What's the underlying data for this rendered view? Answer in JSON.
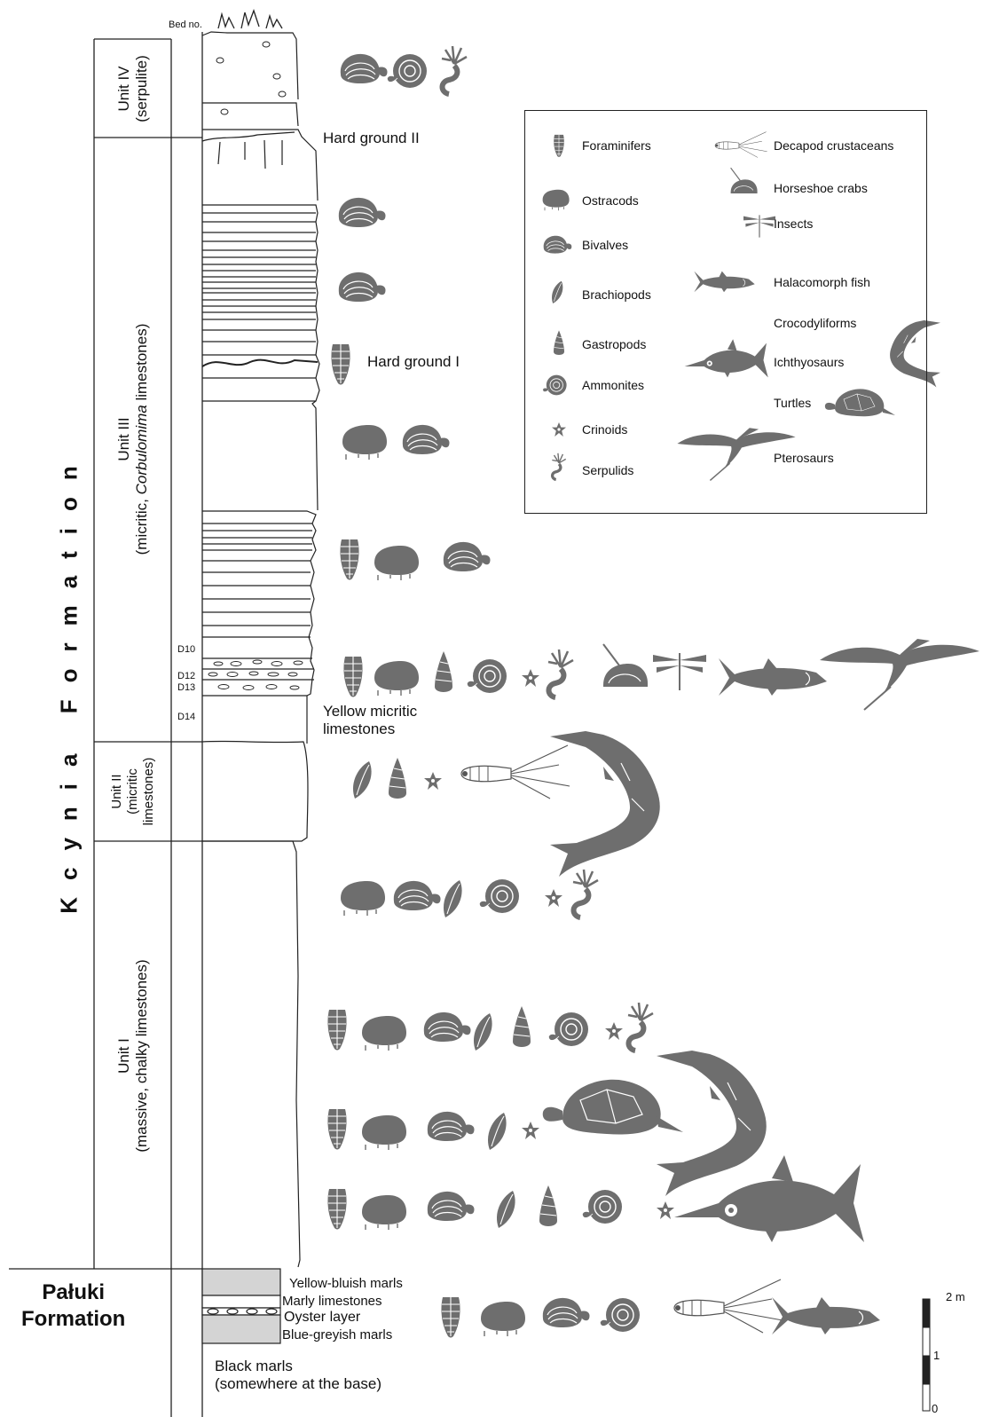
{
  "header": {
    "bed_no_label": "Bed no."
  },
  "units": {
    "unit_iv": {
      "line1": "Unit IV",
      "line2": "(serpulite)"
    },
    "unit_iii": {
      "line1": "Unit III",
      "line2_pre": "(micritic, ",
      "line2_italic": "Corbulomima",
      "line2_post": " limestones)"
    },
    "unit_ii": {
      "line1": "Unit II",
      "line2": "(micritic",
      "line3": "limestones)"
    },
    "unit_i": {
      "line1": "Unit I",
      "line2": "(massive, chalky limestones)"
    }
  },
  "formations": {
    "kcynia": "Kcynia Formation",
    "paluki_line1": "Pałuki",
    "paluki_line2": "Formation"
  },
  "beds": [
    "D10",
    "D12",
    "D13",
    "D14"
  ],
  "annotations": {
    "hard_ground_2": "Hard ground II",
    "hard_ground_1": "Hard ground I",
    "yellow_micritic_1": "Yellow micritic",
    "yellow_micritic_2": "limestones",
    "yellow_bluish_marls": "Yellow-bluish marls",
    "marly_limestones": "Marly limestones",
    "oyster_layer": "Oyster layer",
    "blue_greyish_marls": "Blue-greyish marls",
    "black_marls_1": "Black marls",
    "black_marls_2": "(somewhere at the base)"
  },
  "scale": {
    "top": "2 m",
    "mid": "1",
    "bottom": "0"
  },
  "legend": {
    "left": [
      {
        "icon": "foraminifer-icon",
        "label": "Foraminifers"
      },
      {
        "icon": "ostracod-icon",
        "label": "Ostracods"
      },
      {
        "icon": "bivalve-icon",
        "label": "Bivalves"
      },
      {
        "icon": "brachiopod-icon",
        "label": "Brachiopods"
      },
      {
        "icon": "gastropod-icon",
        "label": "Gastropods"
      },
      {
        "icon": "ammonite-icon",
        "label": "Ammonites"
      },
      {
        "icon": "crinoid-icon",
        "label": "Crinoids"
      },
      {
        "icon": "serpulid-icon",
        "label": "Serpulids"
      }
    ],
    "right": [
      {
        "icon": "decapod-icon",
        "label": "Decapod crustaceans"
      },
      {
        "icon": "horseshoe-crab-icon",
        "label": "Horseshoe crabs"
      },
      {
        "icon": "insect-icon",
        "label": "Insects"
      },
      {
        "icon": "fish-icon",
        "label": "Halacomorph fish"
      },
      {
        "icon": "crocodyliform-icon",
        "label": "Crocodyliforms"
      },
      {
        "icon": "ichthyosaur-icon",
        "label": "Ichthyosaurs"
      },
      {
        "icon": "turtle-icon",
        "label": "Turtles"
      },
      {
        "icon": "pterosaur-icon",
        "label": "Pterosaurs"
      }
    ]
  },
  "fossil_rows": [
    {
      "interval": "Unit IV",
      "taxa": [
        "bivalve",
        "ammonite",
        "serpulid"
      ]
    },
    {
      "interval": "Unit III upper",
      "taxa": [
        "bivalve"
      ]
    },
    {
      "interval": "Unit III",
      "taxa": [
        "bivalve"
      ]
    },
    {
      "interval": "Hard ground I",
      "taxa": [
        "foraminifer"
      ]
    },
    {
      "interval": "Unit III",
      "taxa": [
        "ostracod",
        "bivalve"
      ]
    },
    {
      "interval": "Unit III lower",
      "taxa": [
        "foraminifer",
        "ostracod",
        "bivalve"
      ]
    },
    {
      "interval": "D12-D13",
      "taxa": [
        "foraminifer",
        "ostracod",
        "gastropod",
        "ammonite",
        "crinoid",
        "serpulid",
        "horseshoe-crab",
        "insect",
        "fish",
        "pterosaur"
      ]
    },
    {
      "interval": "Unit II",
      "taxa": [
        "brachiopod",
        "gastropod",
        "crinoid",
        "decapod",
        "crocodyliform"
      ]
    },
    {
      "interval": "Unit I upper",
      "taxa": [
        "ostracod",
        "bivalve",
        "brachiopod",
        "ammonite",
        "crinoid",
        "serpulid"
      ]
    },
    {
      "interval": "Unit I",
      "taxa": [
        "foraminifer",
        "ostracod",
        "bivalve",
        "brachiopod",
        "gastropod",
        "ammonite",
        "crinoid",
        "serpulid"
      ]
    },
    {
      "interval": "Unit I",
      "taxa": [
        "foraminifer",
        "ostracod",
        "bivalve",
        "brachiopod",
        "crinoid",
        "turtle",
        "crocodyliform"
      ]
    },
    {
      "interval": "Unit I lower",
      "taxa": [
        "foraminifer",
        "ostracod",
        "bivalve",
        "brachiopod",
        "gastropod",
        "ammonite",
        "crinoid",
        "ichthyosaur"
      ]
    },
    {
      "interval": "Pałuki Formation",
      "taxa": [
        "foraminifer",
        "ostracod",
        "bivalve",
        "ammonite",
        "decapod",
        "fish"
      ]
    }
  ],
  "colors": {
    "fossil": "#6e6e6e",
    "line": "#222222",
    "marl": "#d4d4d4"
  }
}
